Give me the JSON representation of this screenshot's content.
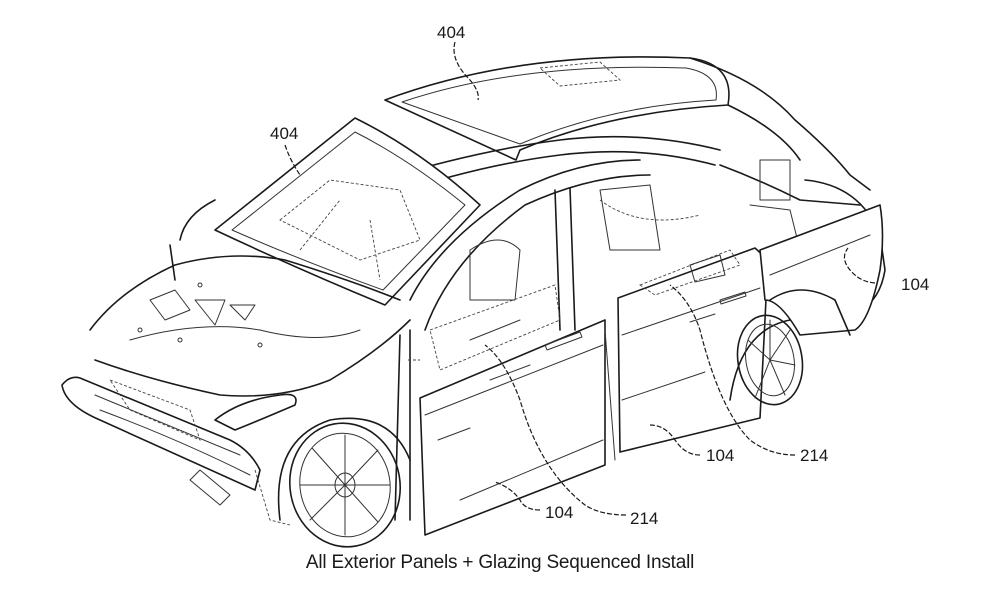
{
  "figure": {
    "caption": "All Exterior Panels + Glazing Sequenced Install",
    "subject": "vehicle body-in-white with exterior panels and glazing",
    "reference_labels": {
      "roof_glass": "404",
      "windshield": "404",
      "rear_quarter_panel": "104",
      "rear_door_panel": "104",
      "front_door_panel": "104",
      "rear_door_seal": "214",
      "front_door_seal": "214"
    }
  }
}
